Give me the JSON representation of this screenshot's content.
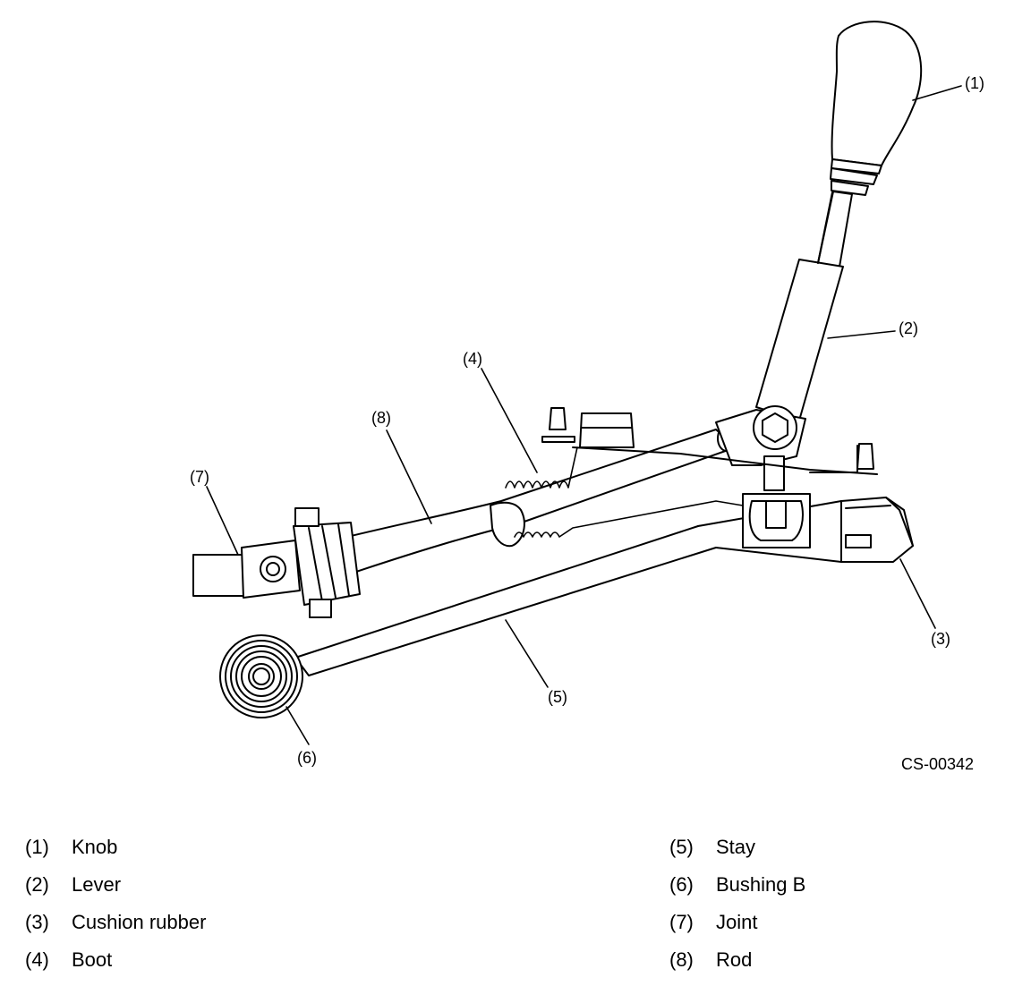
{
  "callouts": [
    "(1)",
    "(2)",
    "(3)",
    "(4)",
    "(5)",
    "(6)",
    "(7)",
    "(8)"
  ],
  "figure_code": "CS-00342",
  "legend": [
    {
      "num": "(1)",
      "name": "Knob"
    },
    {
      "num": "(2)",
      "name": "Lever"
    },
    {
      "num": "(3)",
      "name": "Cushion rubber"
    },
    {
      "num": "(4)",
      "name": "Boot"
    },
    {
      "num": "(5)",
      "name": "Stay"
    },
    {
      "num": "(6)",
      "name": "Bushing B"
    },
    {
      "num": "(7)",
      "name": "Joint"
    },
    {
      "num": "(8)",
      "name": "Rod"
    }
  ]
}
